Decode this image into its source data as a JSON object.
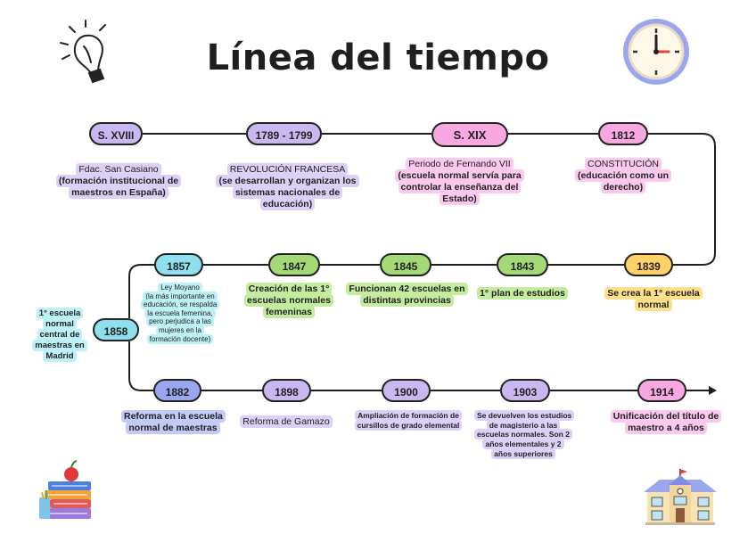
{
  "title": "Línea del tiempo",
  "colors": {
    "lavender": "#c9b8f0",
    "pink": "#f7a8e0",
    "green": "#a3d977",
    "yellow": "#ffd166",
    "cyan": "#8ee0ee",
    "blue": "#9aa7ee",
    "line": "#1f1f1f"
  },
  "row1": [
    {
      "date": "S. XVIII",
      "title": "Fdac. San Casiano",
      "desc": "(formación institucional de maestros en España)"
    },
    {
      "date": "1789 - 1799",
      "title": "REVOLUCIÓN FRANCESA",
      "desc": "(se desarrollan y organizan los sistemas nacionales de educación)"
    },
    {
      "date": "S. XIX",
      "title": "Periodo de Fernando VII",
      "desc": "(escuela normal servía para controlar la enseñanza del Estado)"
    },
    {
      "date": "1812",
      "title": "CONSTITUCIÓN",
      "desc": "(educación como un derecho)"
    }
  ],
  "row2": [
    {
      "date": "1857",
      "title": "Ley Moyano",
      "desc": "(la más importante en educación, se respalda la escuela femenina, pero perjudica a las mujeres en la formación docente)"
    },
    {
      "date": "1847",
      "desc": "Creación de las 1° escuelas normales femeninas"
    },
    {
      "date": "1845",
      "desc": "Funcionan 42 escuelas en distintas provincias"
    },
    {
      "date": "1843",
      "desc": "1° plan de estudios"
    },
    {
      "date": "1839",
      "desc": "Se crea la 1° escuela normal"
    }
  ],
  "branch": {
    "date": "1858",
    "desc": "1° escuela normal central de maestras en Madrid"
  },
  "row3": [
    {
      "date": "1882",
      "desc": "Reforma  en la escuela normal de maestras"
    },
    {
      "date": "1898",
      "desc": "Reforma de Gamazo"
    },
    {
      "date": "1900",
      "desc": "Ampliación de formación de cursillos de grado elemental"
    },
    {
      "date": "1903",
      "desc": "Se devuelven los estudios de magisterio a las escuelas normales. Son 2 años elementales y 2 años superiores"
    },
    {
      "date": "1914",
      "desc": "Unificación del título de maestro a 4 años"
    }
  ],
  "icons": [
    "lightbulb-icon",
    "clock-icon",
    "books-icon",
    "school-icon"
  ]
}
